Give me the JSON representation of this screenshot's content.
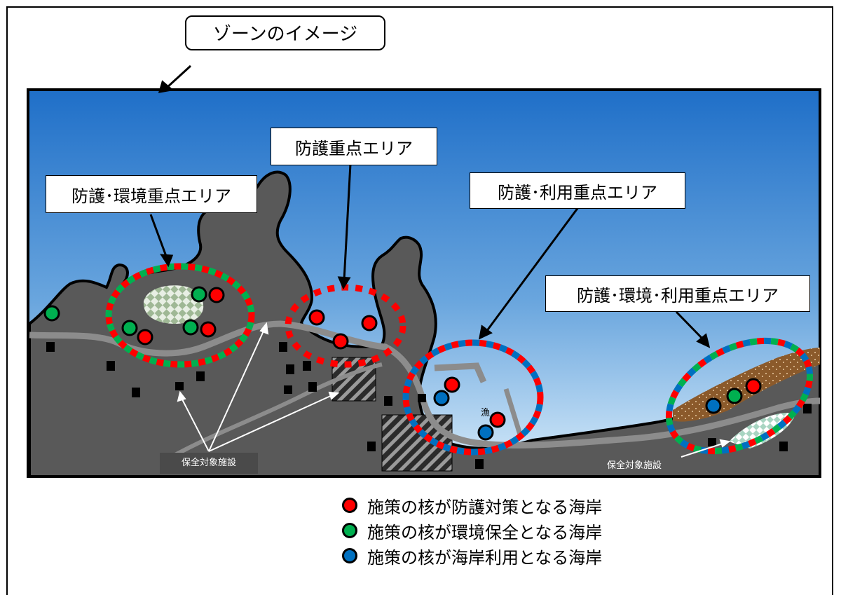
{
  "title": "ゾーンのイメージ",
  "callouts": {
    "protect_env": "防護･環境重点エリア",
    "protect": "防護重点エリア",
    "protect_use": "防護･利用重点エリア",
    "protect_env_use": "防護･環境･利用重点エリア"
  },
  "facility_labels": {
    "left": "保全対象施設",
    "right": "保全対象施設"
  },
  "fish_label": "漁",
  "legend": [
    {
      "label": "施策の核が防護対策となる海岸",
      "color": "#ff0000"
    },
    {
      "label": "施策の核が環境保全となる海岸",
      "color": "#00b050"
    },
    {
      "label": "施策の核が海岸利用となる海岸",
      "color": "#0070c0"
    }
  ],
  "colors": {
    "sea_top": "#1f6fc8",
    "sea_bottom": "#cfe6f8",
    "land": "#595959",
    "road": "#8c8c8c",
    "protect": "#ff0000",
    "environment": "#00b050",
    "use": "#0070c0"
  }
}
